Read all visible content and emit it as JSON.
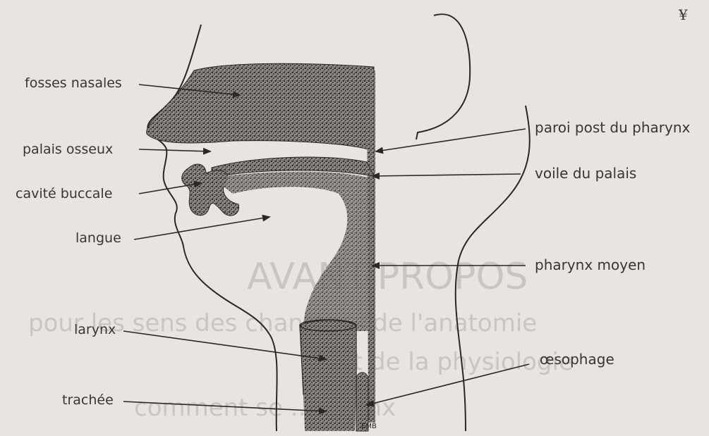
{
  "labels_left": {
    "fosses_nasales": "fosses nasales",
    "palais_osseux": "palais osseux",
    "cavite_buccale": "cavité buccale",
    "langue": "langue",
    "larynx": "larynx",
    "trachee": "trachée"
  },
  "labels_right": {
    "paroi_post": "paroi post du pharynx",
    "voile": "voile du palais",
    "pharynx_moyen": "pharynx moyen",
    "oesophage": "œsophage"
  },
  "page_mark": "¥",
  "signature": "EMB",
  "bleed_through": {
    "line1": "AVANT-PROPOS",
    "line2": "pour les sens des chanteurs de l'anatomie",
    "line3": "et de la physiologie",
    "line4": "comment se ... larynx"
  },
  "colors": {
    "paper": "#e9e4df",
    "ink": "#2b2726",
    "stipple": "#3a3532"
  }
}
